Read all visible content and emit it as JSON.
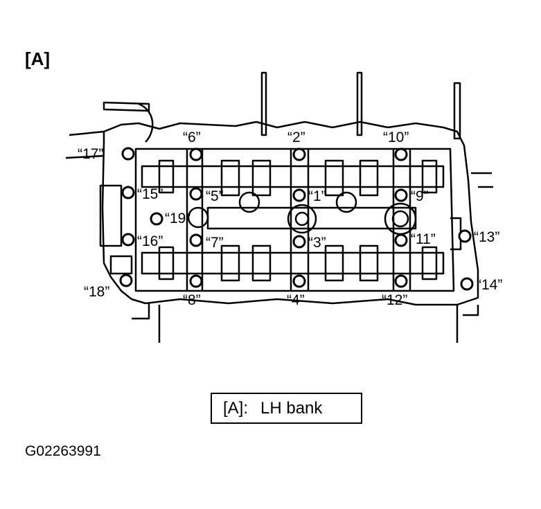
{
  "panel_label": "[A]",
  "legend": {
    "key": "[A]:",
    "text": "LH bank"
  },
  "figure_id": "G02263991",
  "bolts": [
    {
      "label": "“1”"
    },
    {
      "label": "“2”"
    },
    {
      "label": "“3”"
    },
    {
      "label": "“4”"
    },
    {
      "label": "“5”"
    },
    {
      "label": "“6”"
    },
    {
      "label": "“7”"
    },
    {
      "label": "“8”"
    },
    {
      "label": "“9”"
    },
    {
      "label": "“10”"
    },
    {
      "label": "“11”"
    },
    {
      "label": "“12”"
    },
    {
      "label": "“13”"
    },
    {
      "label": "“14”"
    },
    {
      "label": "“15”"
    },
    {
      "label": "“16”"
    },
    {
      "label": "“17”"
    },
    {
      "label": "“18”"
    },
    {
      "label": "“19”"
    }
  ]
}
